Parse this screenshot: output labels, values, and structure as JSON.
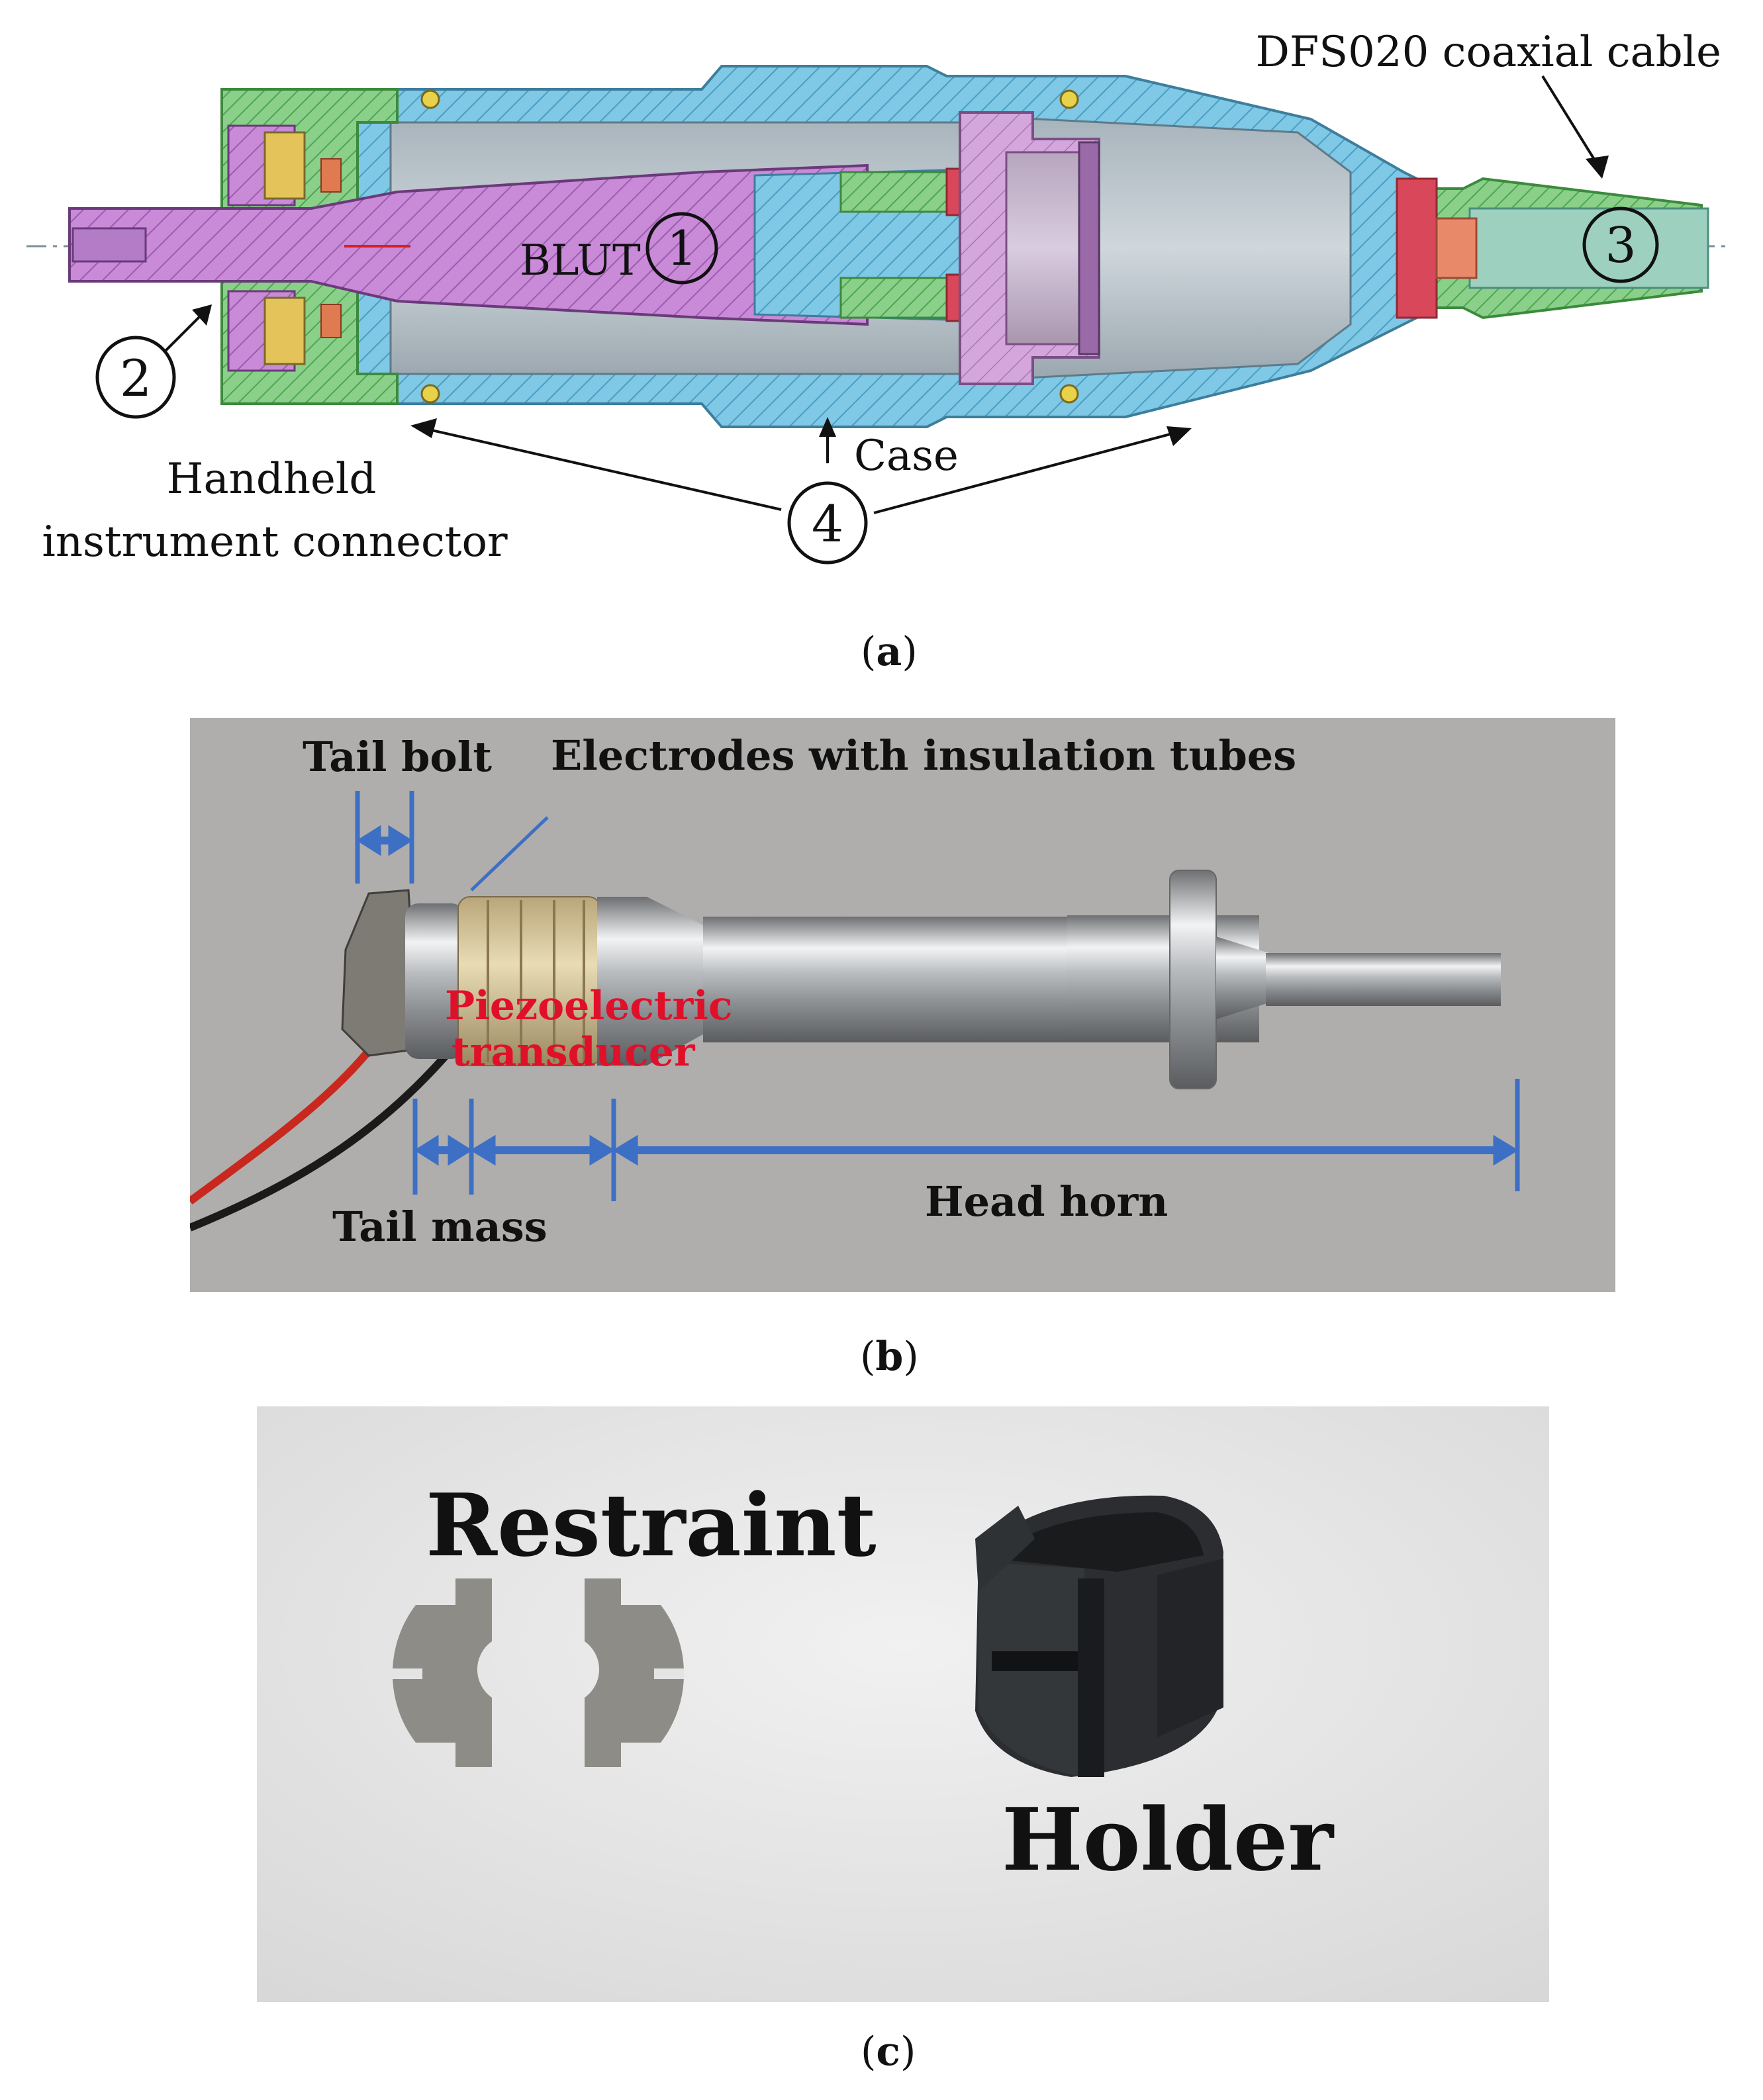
{
  "panel_a": {
    "caption_open": "(",
    "caption_letter": "a",
    "caption_close": ")",
    "labels": {
      "cable": "DFS020 coaxial cable",
      "blut": "BLUT",
      "num1": "1",
      "num2": "2",
      "num3": "3",
      "num4": "4",
      "case": "Case",
      "connector_line1": "Handheld",
      "connector_line2": "instrument connector"
    },
    "colors": {
      "case": "#7fc8e6",
      "bolt": "#c98ad8",
      "ring": "#8ad08a",
      "piezo_red": "#d9475a"
    }
  },
  "panel_b": {
    "caption_open": "(",
    "caption_letter": "b",
    "caption_close": ")",
    "labels": {
      "tail_bolt": "Tail bolt",
      "electrodes": "Electrodes with insulation tubes",
      "piezo_line1": "Piezoelectric",
      "piezo_line2": "transducer",
      "tail_mass": "Tail mass",
      "head_horn": "Head horn"
    },
    "colors": {
      "background": "#a9a8a6",
      "arrow": "#3d6fc4",
      "piezo_text": "#e0102a"
    }
  },
  "panel_c": {
    "caption_open": "(",
    "caption_letter": "c",
    "caption_close": ")",
    "labels": {
      "restraint": "Restraint",
      "holder": "Holder"
    },
    "colors": {
      "background": "#e6e6e6",
      "restraint": "#8d8c86",
      "holder": "#222426"
    }
  }
}
